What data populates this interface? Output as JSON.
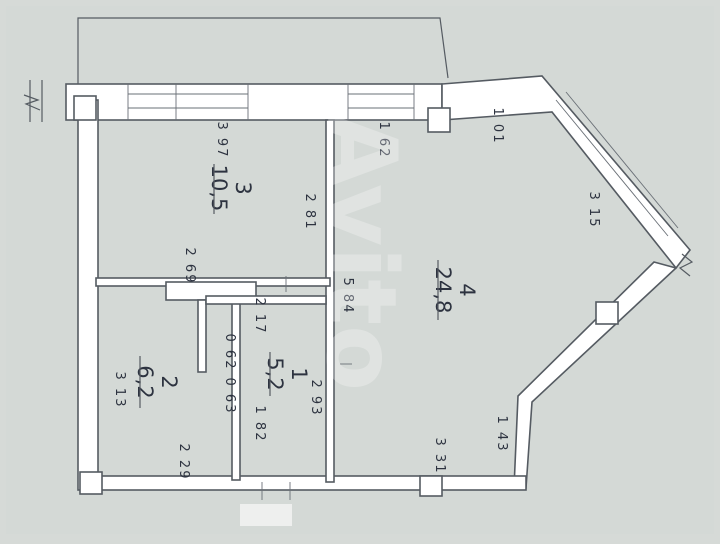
{
  "rooms": [
    {
      "number": "1",
      "area": "5,2"
    },
    {
      "number": "2",
      "area": "6,2"
    },
    {
      "number": "3",
      "area": "10,5"
    },
    {
      "number": "4",
      "area": "24,8"
    }
  ],
  "dimensions": {
    "d397": "3 97",
    "d162": "1 62",
    "d101": "1 01",
    "d315": "3 15",
    "d281": "2 81",
    "d269": "2 69",
    "d584": "5 84",
    "d217": "2 17",
    "d062": "0 62",
    "d293": "2 93",
    "d063": "0 63",
    "d313": "3 13",
    "d182": "1 82",
    "d143": "1 43",
    "d331": "3 31",
    "d229": "2 29"
  },
  "watermark": "Avito",
  "colors": {
    "paper": "#d6dad7",
    "wall": "#ffffff",
    "ink": "#2d3340"
  }
}
